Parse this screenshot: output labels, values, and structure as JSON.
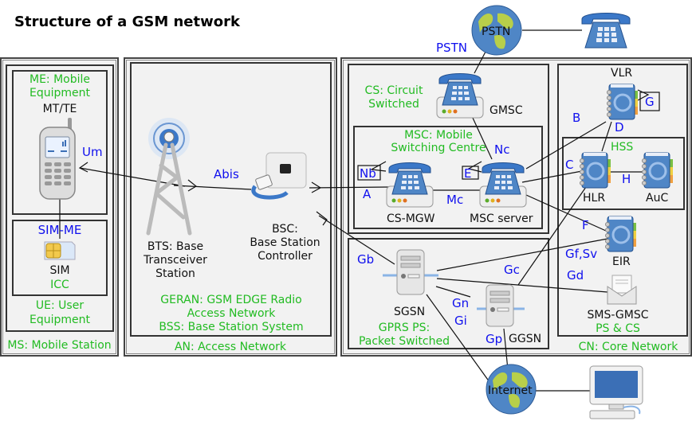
{
  "title": "Structure of a GSM network",
  "regions": {
    "ms": {
      "label": "MS: Mobile Station"
    },
    "ue": {
      "label": "UE: User Equipment",
      "line1": "UE: User",
      "line2": "Equipment"
    },
    "me": {
      "line1": "ME: Mobile",
      "line2": "Equipment",
      "device": "MT/TE"
    },
    "sim_box": {
      "interface": "SIM-ME",
      "device": "SIM",
      "sublabel": "ICC"
    },
    "an": {
      "label": "AN: Access Network"
    },
    "geran": {
      "line1": "GERAN: GSM EDGE Radio",
      "line2": "Access Network",
      "line3": "BSS: Base Station System"
    },
    "cs": {
      "line1": "CS: Circuit",
      "line2": "Switched"
    },
    "msc": {
      "line1": "MSC: Mobile",
      "line2": "Switching Centre"
    },
    "gprs": {
      "line1": "GPRS PS:",
      "line2": "Packet Switched"
    },
    "cn": {
      "label": "CN: Core Network"
    },
    "hss": {
      "label": "HSS"
    }
  },
  "nodes": {
    "bts": {
      "line1": "BTS: Base",
      "line2": "Transceiver",
      "line3": "Station"
    },
    "bsc": {
      "line1": "BSC:",
      "line2": "Base Station",
      "line3": "Controller"
    },
    "pstn": "PSTN",
    "gmsc": "GMSC",
    "cs_mgw": "CS-MGW",
    "msc_server": "MSC server",
    "vlr": "VLR",
    "hlr": "HLR",
    "auc": "AuC",
    "eir": "EIR",
    "sms_gmsc": "SMS-GMSC",
    "sms_gmsc_sub": "PS & CS",
    "sgsn": "SGSN",
    "ggsn": "GGSN",
    "internet": "Internet"
  },
  "interfaces": {
    "um": "Um",
    "abis": "Abis",
    "pstn": "PSTN",
    "a": "A",
    "nb": "Nb",
    "mc": "Mc",
    "nc": "Nc",
    "e": "E",
    "b": "B",
    "c": "C",
    "d": "D",
    "f": "F",
    "g": "G",
    "h": "H",
    "gb": "Gb",
    "gc": "Gc",
    "gn": "Gn",
    "gi": "Gi",
    "gp": "Gp",
    "gf_sv": "Gf,Sv",
    "gd": "Gd"
  },
  "colors": {
    "label_green": "#22bb22",
    "interface_blue": "#1010ee",
    "box_fill": "#f2f2f2",
    "border": "#333333"
  }
}
